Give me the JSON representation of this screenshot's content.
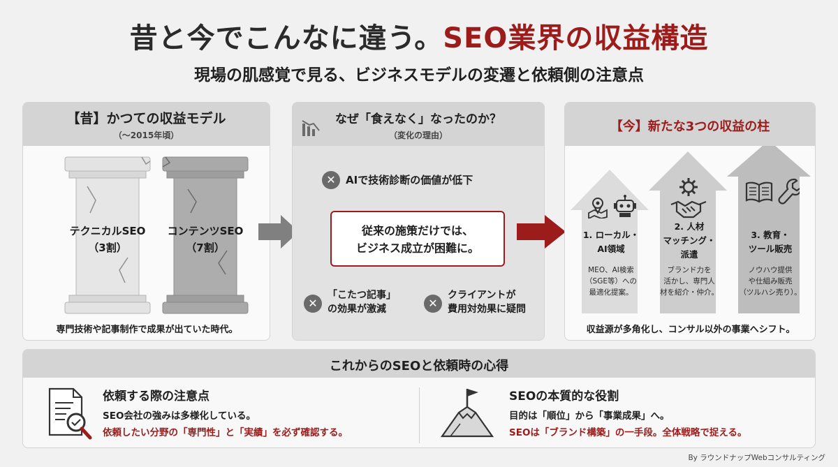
{
  "header": {
    "title_main": "昔と今でこんなに違う。",
    "title_accent": "SEO業界の収益構造",
    "subtitle": "現場の肌感覚で見る、ビジネスモデルの変遷と依頼側の注意点"
  },
  "past": {
    "heading": "【昔】かつての収益モデル",
    "subheading": "（〜2015年頃）",
    "pillar1_name": "テクニカルSEO",
    "pillar1_share": "（3割）",
    "pillar2_name": "コンテンツSEO",
    "pillar2_share": "（7割）",
    "caption": "専門技術や記事制作で成果が出ていた時代。"
  },
  "why": {
    "heading": "なぜ「食えなく」なったのか？",
    "subheading": "（変化の理由）",
    "reason1": "AIで技術診断の価値が低下",
    "center_line1": "従来の施策だけでは、",
    "center_line2": "ビジネス成立が困難に。",
    "reason2_line1": "「こたつ記事」",
    "reason2_line2": "の効果が激減",
    "reason3_line1": "クライアントが",
    "reason3_line2": "費用対効果に疑問"
  },
  "now": {
    "heading": "【今】新たな3つの収益の柱",
    "col1_title_1": "1. ローカル・",
    "col1_title_2": "AI領域",
    "col1_desc_1": "MEO、AI検索",
    "col1_desc_2": "（SGE等）への",
    "col1_desc_3": "最適化提案。",
    "col2_title_1": "2. 人材",
    "col2_title_2": "マッチング・",
    "col2_title_3": "派遣",
    "col2_desc_1": "ブランド力を",
    "col2_desc_2": "活かし、専門人",
    "col2_desc_3": "材を紹介・仲介。",
    "col3_title_1": "3. 教育・",
    "col3_title_2": "ツール販売",
    "col3_desc_1": "ノウハウ提供",
    "col3_desc_2": "や仕組み販売",
    "col3_desc_3": "（ツルハシ売り）。",
    "caption": "収益源が多角化し、コンサル以外の事業へシフト。"
  },
  "tips": {
    "heading": "これからのSEOと依頼時の心得",
    "left_title": "依頼する際の注意点",
    "left_line1": "SEO会社の強みは多様化している。",
    "left_line2": "依頼したい分野の「専門性」と「実績」を必ず確認する。",
    "right_title": "SEOの本質的な役割",
    "right_line1": "目的は「順位」から「事業成果」へ。",
    "right_line2": "SEOは「ブランド構築」の一手段。全体戦略で捉える。"
  },
  "footer": {
    "credit": "By ラウンドナップWebコンサルティング"
  },
  "colors": {
    "accent": "#9c1c1c",
    "panel_head": "#d4d4d4",
    "arrow_gray": "#808080"
  }
}
